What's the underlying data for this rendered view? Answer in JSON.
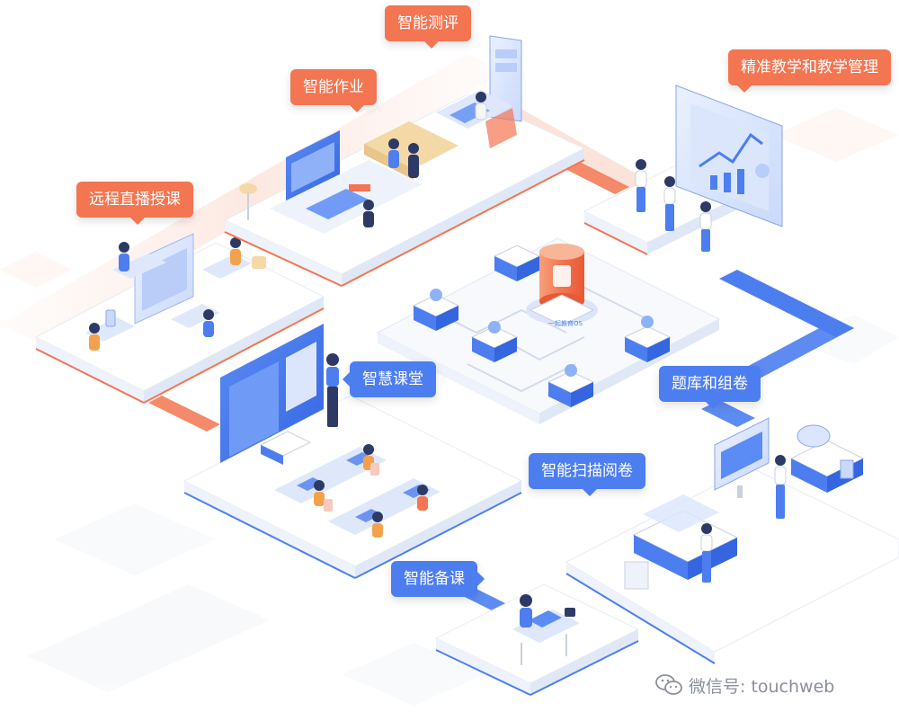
{
  "labels": {
    "smart_eval": "智能测评",
    "smart_homework": "智能作业",
    "precise_teaching": "精准教学和教学管理",
    "remote_live": "远程直播授课",
    "smart_classroom": "智慧课堂",
    "question_bank": "题库和组卷",
    "smart_scan": "智能扫描阅卷",
    "smart_prep": "智能备课"
  },
  "center_os_label": "一起教育OS",
  "watermark": {
    "icon": "wechat-icon",
    "text": "微信号: touchweb"
  },
  "colors": {
    "orange_tag": "#f37551",
    "blue_tag": "#4d7ef0",
    "orange_path": "#f37551",
    "blue_path": "#4d7ef0",
    "platform_top": "#ffffff",
    "platform_side": "#eef2fb"
  }
}
